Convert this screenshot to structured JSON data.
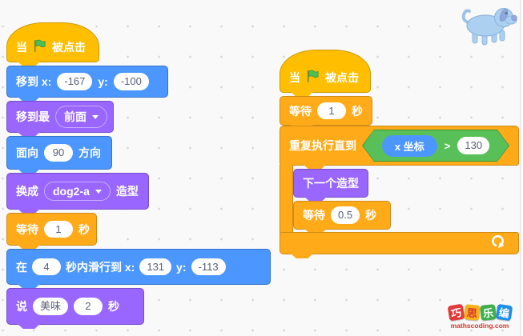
{
  "colors": {
    "motion": "#4C97FF",
    "looks": "#9966FF",
    "control": "#FFAB19",
    "events": "#FFBF00",
    "operators": "#59C059",
    "flag_green": "#4CBF56"
  },
  "scripts": {
    "left": {
      "when_flag": {
        "w1": "当",
        "w2": "被点击"
      },
      "goto": {
        "l1": "移到 x:",
        "x": "-167",
        "l2": "y:",
        "y": "-100"
      },
      "front": {
        "l1": "移到最",
        "opt": "前面"
      },
      "dir": {
        "l1": "面向",
        "v": "90",
        "l2": "方向"
      },
      "costume": {
        "l1": "换成",
        "opt": "dog2-a",
        "l2": "造型"
      },
      "wait": {
        "l1": "等待",
        "v": "1",
        "l2": "秒"
      },
      "glide": {
        "l1": "在",
        "t": "4",
        "l2": "秒内滑行到 x:",
        "x": "131",
        "l3": "y:",
        "y": "-113"
      },
      "say": {
        "l1": "说",
        "msg": "美味",
        "t": "2",
        "l2": "秒"
      }
    },
    "right": {
      "when_flag": {
        "w1": "当",
        "w2": "被点击"
      },
      "wait": {
        "l1": "等待",
        "v": "1",
        "l2": "秒"
      },
      "repeat": {
        "l1": "重复执行直到",
        "reporter": "x 坐标",
        "op": ">",
        "v": "130"
      },
      "next_costume": {
        "l1": "下一个造型"
      },
      "wait2": {
        "l1": "等待",
        "v": "0.5",
        "l2": "秒"
      }
    }
  },
  "logo": {
    "c1": "巧",
    "c2": "思",
    "c3": "乐",
    "c4": "编",
    "site": "mathscoding.com"
  }
}
